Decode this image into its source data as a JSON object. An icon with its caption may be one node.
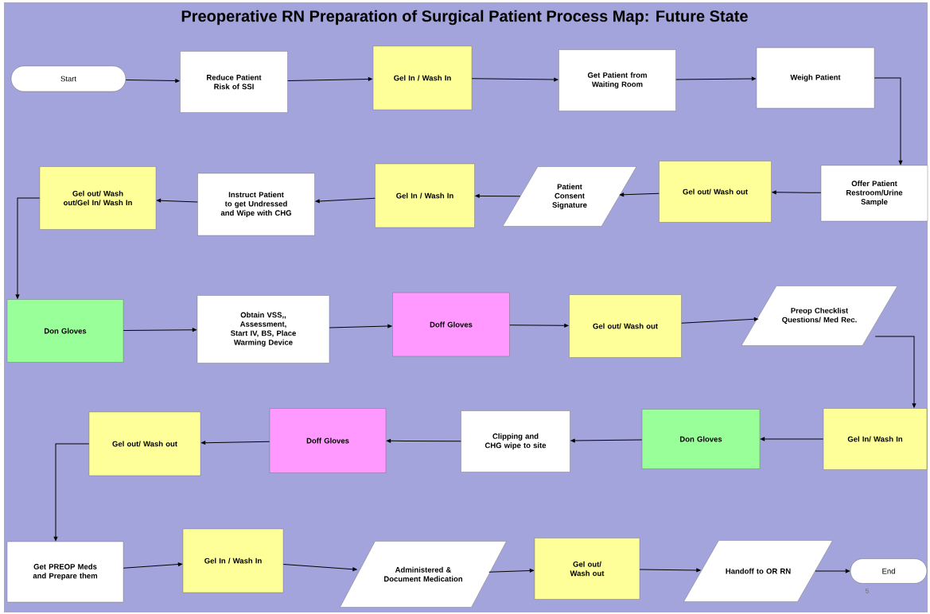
{
  "diagram": {
    "title": "Preoperative RN Preparation of Surgical Patient Process Map: Future State",
    "nodes": [
      {
        "text": [
          "Start"
        ]
      },
      {
        "text": [
          "Reduce Patient Risk of SSI"
        ]
      },
      {
        "text": [
          "Gel In / Wash In"
        ]
      },
      {
        "text": [
          "Get Patient from Waiting Room"
        ]
      },
      {
        "text": [
          "Weigh Patient"
        ]
      },
      {
        "text": [
          "Offer Patient Restroom/Urine Sample"
        ]
      },
      {
        "text": [
          "Gel out/ Wash out"
        ]
      },
      {
        "text": [
          "Patient Consent Signature"
        ]
      },
      {
        "text": [
          "Gel In / Wash In"
        ]
      },
      {
        "text": [
          "Instruct Patient to get Undressed and Wipe with CHG"
        ]
      },
      {
        "text": [
          "Gel out/ Wash out/Gel In/ Wash In"
        ]
      },
      {
        "text": [
          "Don Gloves"
        ]
      },
      {
        "text": [
          "Obtain VSS,, Assessment, Start IV, BS, Place Warming Device"
        ]
      },
      {
        "text": [
          "Doff Gloves"
        ]
      },
      {
        "text": [
          "Gel out/ Wash out"
        ]
      },
      {
        "text": [
          "Preop Checklist Questions/ Med Rec."
        ]
      },
      {
        "text": [
          "Gel In/ Wash In"
        ]
      },
      {
        "text": [
          "Don Gloves"
        ]
      },
      {
        "text": [
          "Clipping and CHG wipe to site"
        ]
      },
      {
        "text": [
          "Doff Gloves"
        ]
      },
      {
        "text": [
          "Gel out/ Wash out"
        ]
      },
      {
        "text": [
          "Get PREOP Meds and Prepare them"
        ]
      },
      {
        "text": [
          "Gel In / Wash In"
        ]
      },
      {
        "text": [
          "Administered & Document Medication"
        ]
      },
      {
        "text": [
          "Gel out/ Wash out"
        ]
      },
      {
        "text": [
          "Handoff to OR RN"
        ]
      },
      {
        "text": [
          "End"
        ]
      }
    ],
    "edges": [
      {
        "from": 0,
        "to": 1,
        "arrow": "to"
      },
      {
        "from": 1,
        "to": 2,
        "arrow": "to"
      },
      {
        "from": 2,
        "to": 3,
        "arrow": "to"
      },
      {
        "from": 3,
        "to": 4,
        "arrow": "to"
      },
      {
        "from": 4,
        "to": 5,
        "arrow": "to"
      },
      {
        "from": 5,
        "to": 6,
        "arrow": "to"
      },
      {
        "from": 6,
        "to": 7,
        "arrow": "to"
      },
      {
        "from": 7,
        "to": 8,
        "arrow": "to"
      },
      {
        "from": 8,
        "to": 9,
        "arrow": "to"
      },
      {
        "from": 9,
        "to": 10,
        "arrow": "to"
      },
      {
        "from": 10,
        "to": 11,
        "arrow": "to"
      },
      {
        "from": 11,
        "to": 12,
        "arrow": "to"
      },
      {
        "from": 12,
        "to": 13,
        "arrow": "to"
      },
      {
        "from": 13,
        "to": 14,
        "arrow": "to"
      },
      {
        "from": 14,
        "to": 15,
        "arrow": "to"
      },
      {
        "from": 15,
        "to": 16,
        "arrow": "to"
      },
      {
        "from": 16,
        "to": 17,
        "arrow": "to"
      },
      {
        "from": 17,
        "to": 18,
        "arrow": "to"
      },
      {
        "from": 18,
        "to": 19,
        "arrow": "to"
      },
      {
        "from": 19,
        "to": 20,
        "arrow": "to"
      },
      {
        "from": 20,
        "to": 21,
        "arrow": "to"
      },
      {
        "from": 21,
        "to": 22,
        "arrow": "to"
      },
      {
        "from": 22,
        "to": 23,
        "arrow": "to"
      },
      {
        "from": 23,
        "to": 24,
        "arrow": "to"
      },
      {
        "from": 24,
        "to": 25,
        "arrow": "to"
      },
      {
        "from": 25,
        "to": 26,
        "arrow": "to"
      }
    ],
    "labels": [
      "5"
    ]
  }
}
